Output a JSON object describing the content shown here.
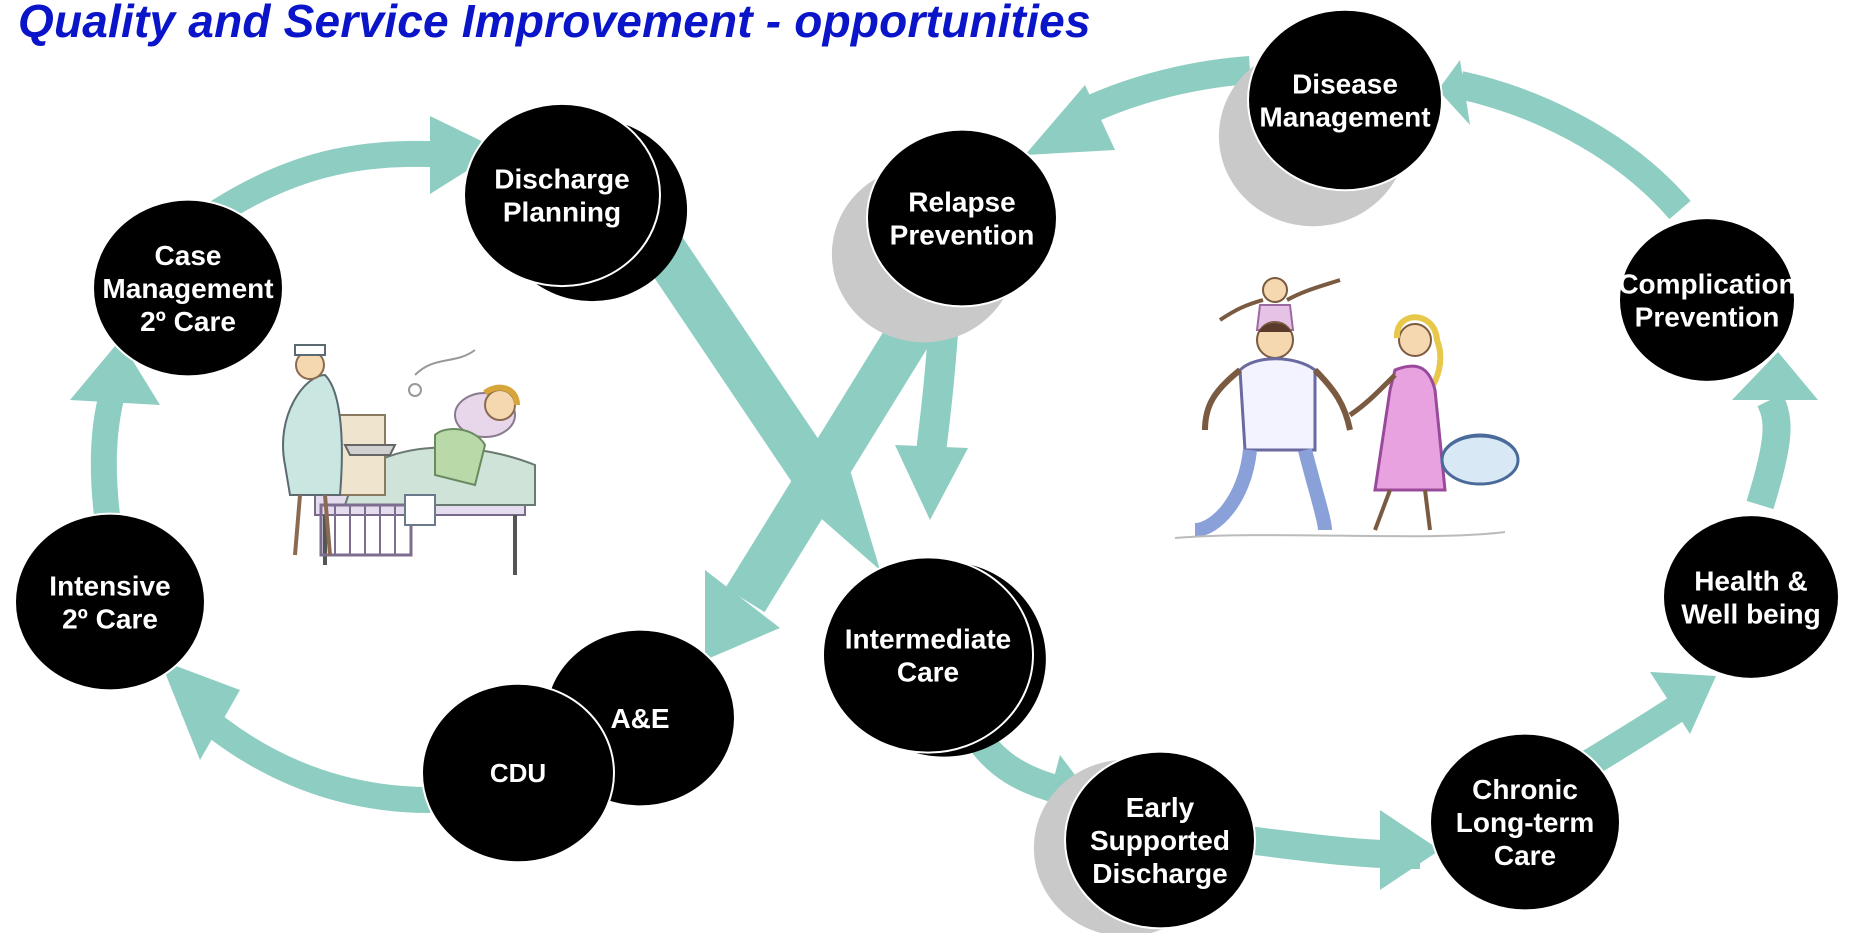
{
  "title": "Quality and Service Improvement - opportunities",
  "colors": {
    "title": "#0a14c8",
    "arrow": "#8ecdc2",
    "node_fill": "#000000",
    "node_text": "#ffffff",
    "shadow_ring": "#c9c9c9"
  },
  "nodes": [
    {
      "id": "discharge-planning",
      "lines": [
        "Discharge",
        "Planning"
      ]
    },
    {
      "id": "case-management",
      "lines": [
        "Case",
        "Management",
        "2º Care"
      ]
    },
    {
      "id": "intensive-care",
      "lines": [
        "Intensive",
        "2º Care"
      ]
    },
    {
      "id": "ae",
      "lines": [
        "A&E"
      ]
    },
    {
      "id": "cdu",
      "lines": [
        "CDU"
      ]
    },
    {
      "id": "intermediate-care",
      "lines": [
        "Intermediate",
        "Care"
      ]
    },
    {
      "id": "relapse-prevention",
      "lines": [
        "Relapse",
        "Prevention"
      ]
    },
    {
      "id": "disease-management",
      "lines": [
        "Disease",
        "Management"
      ]
    },
    {
      "id": "complication-prevention",
      "lines": [
        "Complication",
        "Prevention"
      ]
    },
    {
      "id": "health-wellbeing",
      "lines": [
        "Health &",
        "Well being"
      ]
    },
    {
      "id": "chronic-care",
      "lines": [
        "Chronic",
        "Long-term",
        "Care"
      ]
    },
    {
      "id": "early-supported-discharge",
      "lines": [
        "Early",
        "Supported",
        "Discharge"
      ]
    }
  ],
  "illustrations": [
    {
      "id": "hospital-bed-illustration",
      "icon": "nurse-and-patient-in-bed"
    },
    {
      "id": "family-illustration",
      "icon": "family-walking"
    }
  ]
}
